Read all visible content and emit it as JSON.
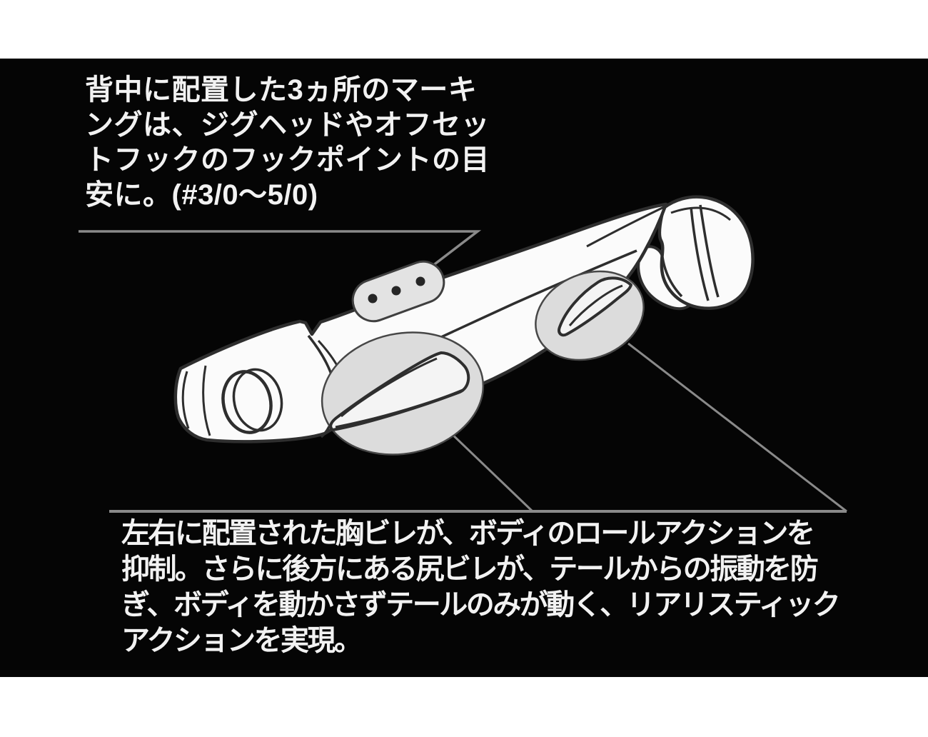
{
  "annotations": {
    "top": {
      "lines": [
        "背中に配置した3ヵ所のマーキ",
        "ングは、ジグヘッドやオフセッ",
        "トフックのフックポイントの目",
        "安に。(#3/0〜5/0)"
      ]
    },
    "bottom": {
      "lines": [
        "左右に配置された胸ビレが、ボディのロールアクションを",
        "抑制。さらに後方にある尻ビレが、テールからの振動を防",
        "ぎ、ボディを動かさずテールのみが動く、リアリスティック",
        "アクションを実現。"
      ]
    }
  },
  "diagram": {
    "marking_dots_count": 3,
    "hook_size_range": "#3/0〜5/0"
  },
  "colors": {
    "page_background": "#ffffff",
    "panel_background": "#050505",
    "text": "#f2f2f2",
    "line_art": "#2e2e2e",
    "body_fill": "#fbfbfb",
    "shade_fill": "#dcdcdc",
    "leader_line": "#8a8a8a"
  }
}
